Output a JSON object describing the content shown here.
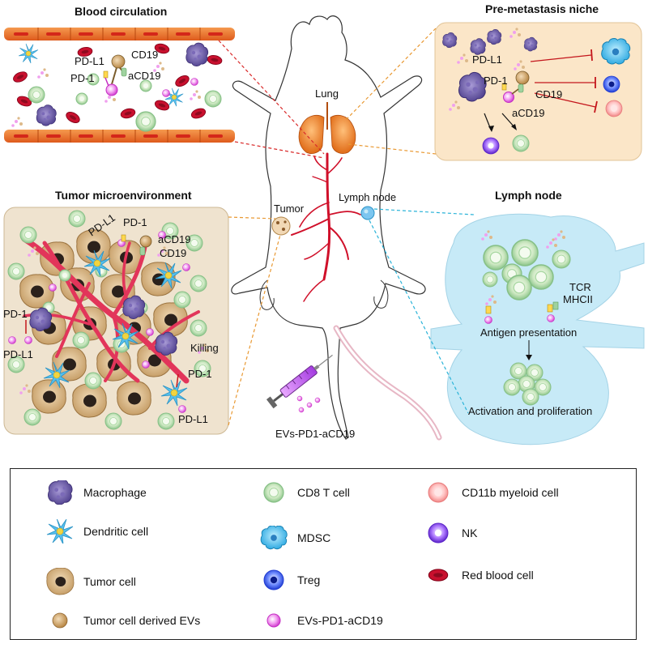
{
  "panels": {
    "blood": {
      "title": "Blood circulation",
      "labels": [
        "PD-L1",
        "CD19",
        "PD-1",
        "aCD19"
      ]
    },
    "niche": {
      "title": "Pre-metastasis niche",
      "labels": [
        "PD-L1",
        "PD-1",
        "CD19",
        "aCD19"
      ]
    },
    "tme": {
      "title": "Tumor microenvironment",
      "labels": [
        "PD-L1",
        "PD-1",
        "aCD19",
        "CD19",
        "PD-1",
        "PD-L1",
        "Killing",
        "PD-1",
        "PD-L1"
      ]
    },
    "lymph": {
      "title": "Lymph node",
      "labels": [
        "TCR",
        "MHCII",
        "Antigen presentation",
        "Activation and proliferation"
      ]
    }
  },
  "mouse": {
    "lung": "Lung",
    "tumor": "Tumor",
    "lymph_node": "Lymph node",
    "injection": "EVs-PD1-aCD19"
  },
  "legend": [
    {
      "icon": "macrophage-icon",
      "label": "Macrophage"
    },
    {
      "icon": "dendritic-cell-icon",
      "label": "Dendritic cell"
    },
    {
      "icon": "tumor-cell-icon",
      "label": "Tumor cell"
    },
    {
      "icon": "tumor-ev-icon",
      "label": "Tumor cell derived EVs"
    },
    {
      "icon": "cd8-t-cell-icon",
      "label": "CD8 T cell"
    },
    {
      "icon": "mdsc-icon",
      "label": "MDSC"
    },
    {
      "icon": "treg-icon",
      "label": "Treg"
    },
    {
      "icon": "ev-pd1-acd19-icon",
      "label": "EVs-PD1-aCD19"
    },
    {
      "icon": "cd11b-myeloid-cell-icon",
      "label": "CD11b myeloid cell"
    },
    {
      "icon": "nk-icon",
      "label": "NK"
    },
    {
      "icon": "red-blood-cell-icon",
      "label": "Red blood cell"
    }
  ],
  "colors": {
    "niche_bg": "#fbe6c8",
    "tme_bg": "#efe3cf",
    "lymph_bg": "#c7eaf7",
    "vessel": "#e8622a",
    "blood": "#d0102a",
    "ev_pink": "#e86fe0"
  }
}
